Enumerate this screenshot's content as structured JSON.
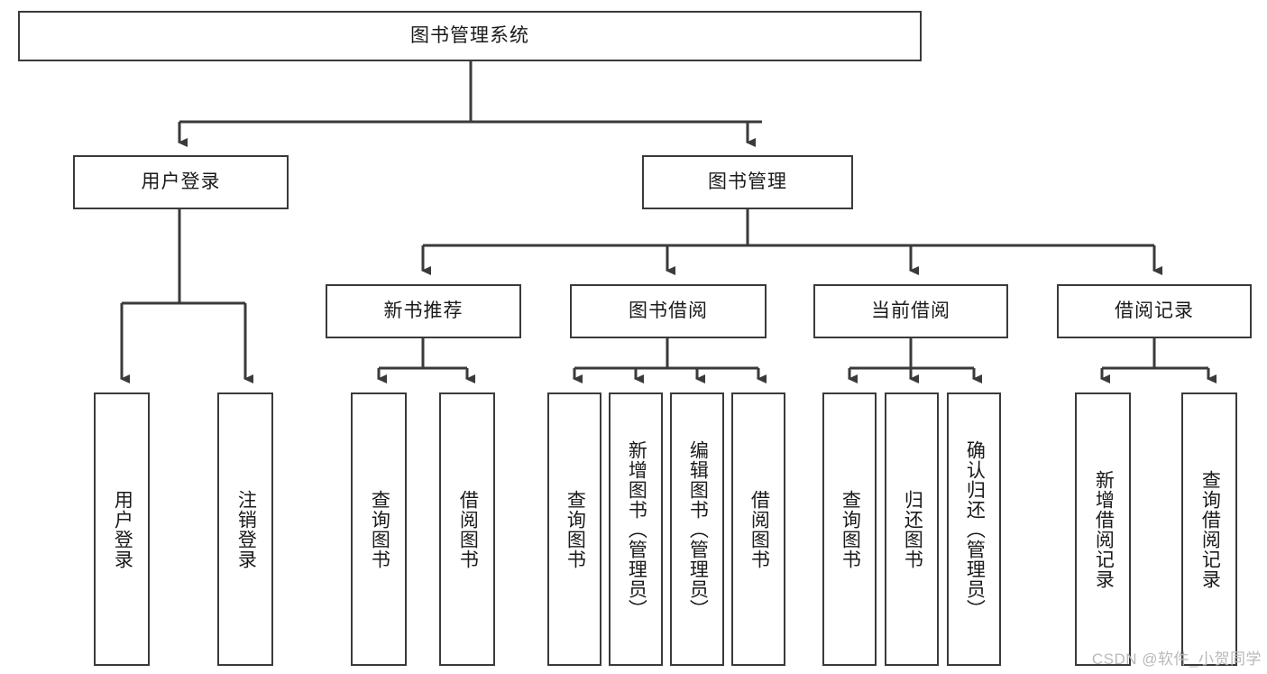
{
  "diagram": {
    "type": "tree-hierarchy-chart",
    "title": "图书管理系统",
    "colors": {
      "box_border": "#3a3a3a",
      "box_fill": "#ffffff",
      "connector": "#3a3a3a",
      "text": "#1a1a1a",
      "watermark": "#b9b9b9",
      "background": "#ffffff"
    },
    "root": {
      "id": "root",
      "label": "图书管理系统"
    },
    "level2": [
      {
        "id": "login",
        "label": "用户登录"
      },
      {
        "id": "bookmgmt",
        "label": "图书管理"
      }
    ],
    "level3": [
      {
        "id": "newbook",
        "label": "新书推荐"
      },
      {
        "id": "borrow",
        "label": "图书借阅"
      },
      {
        "id": "current",
        "label": "当前借阅"
      },
      {
        "id": "records",
        "label": "借阅记录"
      }
    ],
    "leaves": {
      "login": [
        {
          "id": "leaf-user-login",
          "label": "用户登录"
        },
        {
          "id": "leaf-logout",
          "label": "注销登录"
        }
      ],
      "newbook": [
        {
          "id": "leaf-query-book-1",
          "label": "查询图书"
        },
        {
          "id": "leaf-borrow-book-1",
          "label": "借阅图书"
        }
      ],
      "borrow": [
        {
          "id": "leaf-query-book-2",
          "label": "查询图书"
        },
        {
          "id": "leaf-add-book",
          "label": "新增图书（管理员）"
        },
        {
          "id": "leaf-edit-book",
          "label": "编辑图书（管理员）"
        },
        {
          "id": "leaf-borrow-book-2",
          "label": "借阅图书"
        }
      ],
      "current": [
        {
          "id": "leaf-query-book-3",
          "label": "查询图书"
        },
        {
          "id": "leaf-return-book",
          "label": "归还图书"
        },
        {
          "id": "leaf-confirm-return",
          "label": "确认归还（管理员）"
        }
      ],
      "records": [
        {
          "id": "leaf-add-record",
          "label": "新增借阅记录"
        },
        {
          "id": "leaf-query-record",
          "label": "查询借阅记录"
        }
      ]
    }
  },
  "watermark": {
    "text": "CSDN @软件_小贺同学"
  }
}
